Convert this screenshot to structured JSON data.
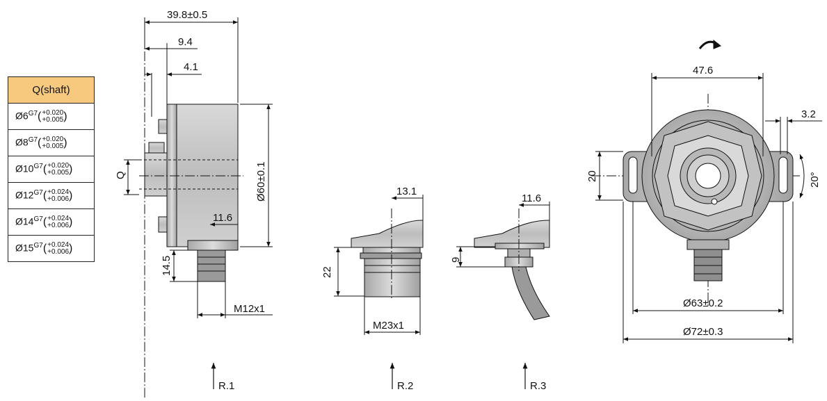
{
  "table": {
    "header": "Q(shaft)",
    "rows": [
      {
        "dia": "Ø6",
        "grade": "G7",
        "upper": "+0.020",
        "lower": "+0.005"
      },
      {
        "dia": "Ø8",
        "grade": "G7",
        "upper": "+0.020",
        "lower": "+0.005"
      },
      {
        "dia": "Ø10",
        "grade": "G7",
        "upper": "+0.020",
        "lower": "+0.005"
      },
      {
        "dia": "Ø12",
        "grade": "G7",
        "upper": "+0.024",
        "lower": "+0.006"
      },
      {
        "dia": "Ø14",
        "grade": "G7",
        "upper": "+0.024",
        "lower": "+0.006"
      },
      {
        "dia": "Ø15",
        "grade": "G7",
        "upper": "+0.024",
        "lower": "+0.006"
      }
    ]
  },
  "side_view": {
    "length": "39.8±0.5",
    "flange_depth": "9.4",
    "flange_thickness": "4.1",
    "shaft_label": "Q",
    "diameter": "Ø60±0.1",
    "connector_offset": "11.6",
    "connector_height": "14.5",
    "connector_thread": "M12x1"
  },
  "option_r2": {
    "offset": "13.1",
    "height": "22",
    "thread": "M23x1"
  },
  "option_r3": {
    "offset": "11.6",
    "height": "9"
  },
  "front_view": {
    "slot_span": "47.6",
    "slot_width": "3.2",
    "slot_height": "20",
    "slot_angle": "20°",
    "pitch_diameter": "Ø63±0.2",
    "outer_diameter": "Ø72±0.3",
    "rotation_icon": "rotation-arrow-icon"
  },
  "view_labels": [
    "R.1",
    "R.2",
    "R.3"
  ],
  "colors": {
    "table_header": "#f7c97e",
    "metal": "#c8c8c8",
    "line": "#111111"
  }
}
